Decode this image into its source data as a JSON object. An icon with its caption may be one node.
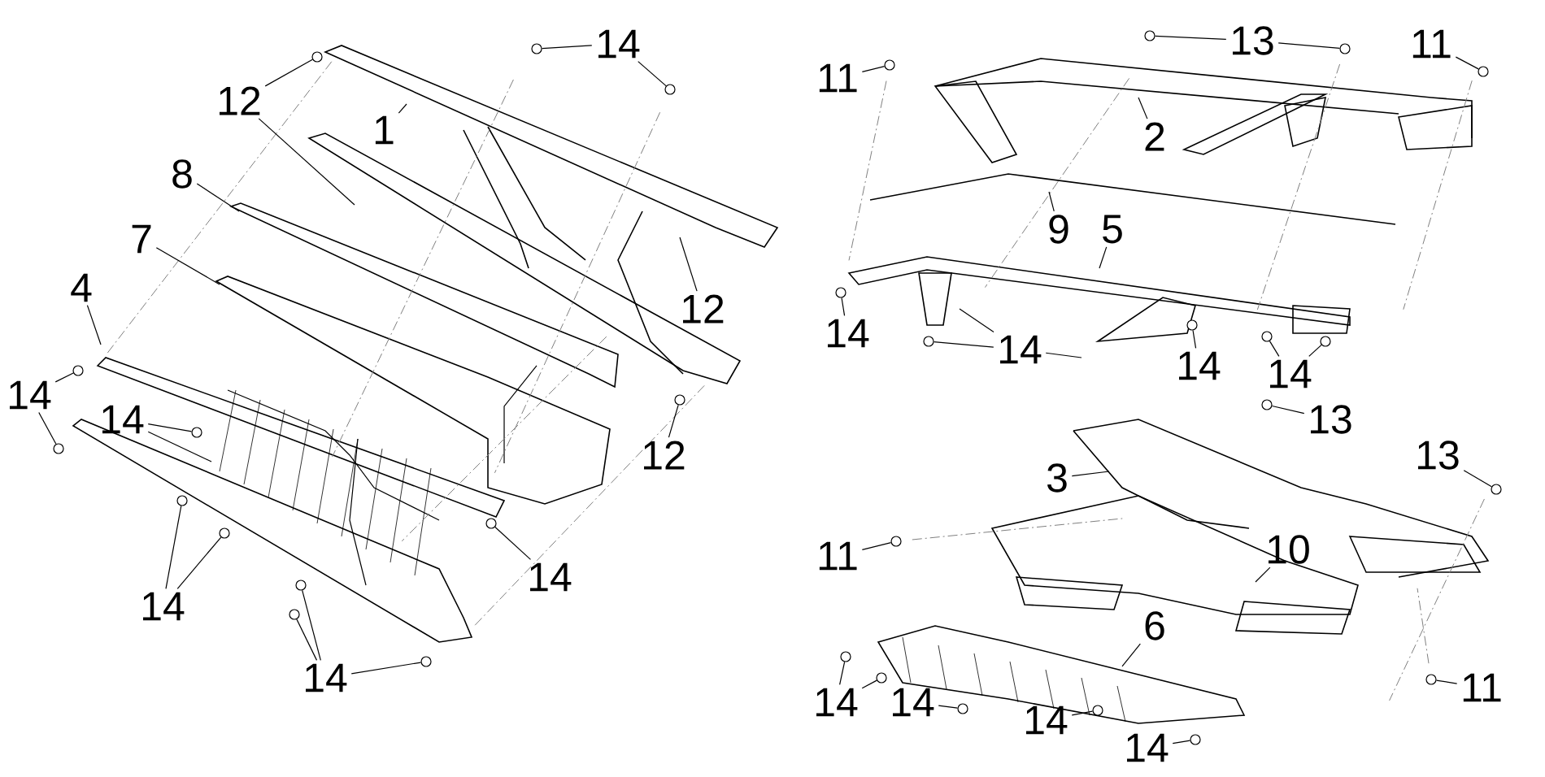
{
  "diagram": {
    "nodes": [
      {
        "text": [
          "14"
        ]
      },
      {
        "text": [
          "12"
        ]
      },
      {
        "text": [
          "1"
        ]
      },
      {
        "text": [
          "8"
        ]
      },
      {
        "text": [
          "7"
        ]
      },
      {
        "text": [
          "4"
        ]
      },
      {
        "text": [
          "14"
        ]
      },
      {
        "text": [
          "14"
        ]
      },
      {
        "text": [
          "12"
        ]
      },
      {
        "text": [
          "12"
        ]
      },
      {
        "text": [
          "14"
        ]
      },
      {
        "text": [
          "14"
        ]
      },
      {
        "text": [
          "14"
        ]
      },
      {
        "text": [
          "11"
        ]
      },
      {
        "text": [
          "13"
        ]
      },
      {
        "text": [
          "11"
        ]
      },
      {
        "text": [
          "2"
        ]
      },
      {
        "text": [
          "9"
        ]
      },
      {
        "text": [
          "5"
        ]
      },
      {
        "text": [
          "14"
        ]
      },
      {
        "text": [
          "14"
        ]
      },
      {
        "text": [
          "14"
        ]
      },
      {
        "text": [
          "14"
        ]
      },
      {
        "text": [
          "13"
        ]
      },
      {
        "text": [
          "3"
        ]
      },
      {
        "text": [
          "13"
        ]
      },
      {
        "text": [
          "11"
        ]
      },
      {
        "text": [
          "10"
        ]
      },
      {
        "text": [
          "6"
        ]
      },
      {
        "text": [
          "11"
        ]
      },
      {
        "text": [
          "14"
        ]
      },
      {
        "text": [
          "14"
        ]
      },
      {
        "text": [
          "14"
        ]
      },
      {
        "text": [
          "14"
        ]
      },
      {
        "text": [],
        "shape": "circle"
      },
      {
        "text": [],
        "shape": "circle"
      },
      {
        "text": [],
        "shape": "circle"
      },
      {
        "text": [],
        "shape": "circle"
      },
      {
        "text": [],
        "shape": "circle"
      },
      {
        "text": [],
        "shape": "circle"
      },
      {
        "text": [],
        "shape": "circle"
      },
      {
        "text": [],
        "shape": "circle"
      },
      {
        "text": [],
        "shape": "circle"
      },
      {
        "text": [],
        "shape": "circle"
      },
      {
        "text": [],
        "shape": "circle"
      },
      {
        "text": [],
        "shape": "circle"
      },
      {
        "text": [],
        "shape": "circle"
      },
      {
        "text": [],
        "shape": "circle"
      },
      {
        "text": [],
        "shape": "circle"
      },
      {
        "text": [],
        "shape": "circle"
      },
      {
        "text": [],
        "shape": "circle"
      },
      {
        "text": [],
        "shape": "circle"
      },
      {
        "text": [],
        "shape": "circle"
      },
      {
        "text": [],
        "shape": "circle"
      },
      {
        "text": [],
        "shape": "circle"
      },
      {
        "text": [],
        "shape": "circle"
      },
      {
        "text": [],
        "shape": "circle"
      },
      {
        "text": [],
        "shape": "circle"
      },
      {
        "text": [],
        "shape": "circle"
      },
      {
        "text": [],
        "shape": "circle"
      },
      {
        "text": [],
        "shape": "circle"
      },
      {
        "text": [],
        "shape": "circle"
      },
      {
        "text": [],
        "shape": "circle"
      },
      {
        "text": [],
        "shape": "circle"
      },
      {
        "text": [],
        "shape": "circle"
      }
    ],
    "edges": [
      {
        "from": 0,
        "to": 34,
        "arrow": "none"
      },
      {
        "from": 0,
        "to": 35,
        "arrow": "none"
      },
      {
        "from": 1,
        "to": 36,
        "arrow": "none"
      },
      {
        "from": 1,
        "to": null,
        "arrow": "none"
      },
      {
        "from": 2,
        "to": null,
        "arrow": "none"
      },
      {
        "from": 3,
        "to": null,
        "arrow": "none"
      },
      {
        "from": 4,
        "to": null,
        "arrow": "none"
      },
      {
        "from": 5,
        "to": null,
        "arrow": "none"
      },
      {
        "from": 6,
        "to": 37,
        "arrow": "none"
      },
      {
        "from": 6,
        "to": 38,
        "arrow": "none"
      },
      {
        "from": 7,
        "to": 39,
        "arrow": "none"
      },
      {
        "from": 7,
        "to": null,
        "arrow": "none"
      },
      {
        "from": 8,
        "to": null,
        "arrow": "none"
      },
      {
        "from": 9,
        "to": 40,
        "arrow": "none"
      },
      {
        "from": 10,
        "to": 41,
        "arrow": "none"
      },
      {
        "from": 10,
        "to": 42,
        "arrow": "none"
      },
      {
        "from": 11,
        "to": 43,
        "arrow": "none"
      },
      {
        "from": 12,
        "to": 44,
        "arrow": "none"
      },
      {
        "from": 12,
        "to": 45,
        "arrow": "none"
      },
      {
        "from": 12,
        "to": 46,
        "arrow": "none"
      },
      {
        "from": 13,
        "to": 47,
        "arrow": "none"
      },
      {
        "from": 14,
        "to": 48,
        "arrow": "none"
      },
      {
        "from": 14,
        "to": 49,
        "arrow": "none"
      },
      {
        "from": 15,
        "to": 50,
        "arrow": "none"
      },
      {
        "from": 16,
        "to": null,
        "arrow": "none"
      },
      {
        "from": 17,
        "to": null,
        "arrow": "none"
      },
      {
        "from": 18,
        "to": null,
        "arrow": "none"
      },
      {
        "from": 19,
        "to": 51,
        "arrow": "none"
      },
      {
        "from": 20,
        "to": 52,
        "arrow": "none"
      },
      {
        "from": 20,
        "to": null,
        "arrow": "none"
      },
      {
        "from": 20,
        "to": null,
        "arrow": "none"
      },
      {
        "from": 21,
        "to": 53,
        "arrow": "none"
      },
      {
        "from": 22,
        "to": 54,
        "arrow": "none"
      },
      {
        "from": 22,
        "to": 55,
        "arrow": "none"
      },
      {
        "from": 23,
        "to": 56,
        "arrow": "none"
      },
      {
        "from": 24,
        "to": null,
        "arrow": "none"
      },
      {
        "from": 25,
        "to": 57,
        "arrow": "none"
      },
      {
        "from": 26,
        "to": 58,
        "arrow": "none"
      },
      {
        "from": 27,
        "to": null,
        "arrow": "none"
      },
      {
        "from": 28,
        "to": null,
        "arrow": "none"
      },
      {
        "from": 29,
        "to": 59,
        "arrow": "none"
      },
      {
        "from": 30,
        "to": 60,
        "arrow": "none"
      },
      {
        "from": 30,
        "to": 61,
        "arrow": "none"
      },
      {
        "from": 31,
        "to": 62,
        "arrow": "none"
      },
      {
        "from": 32,
        "to": 63,
        "arrow": "none"
      },
      {
        "from": 33,
        "to": 64,
        "arrow": "none"
      }
    ]
  }
}
